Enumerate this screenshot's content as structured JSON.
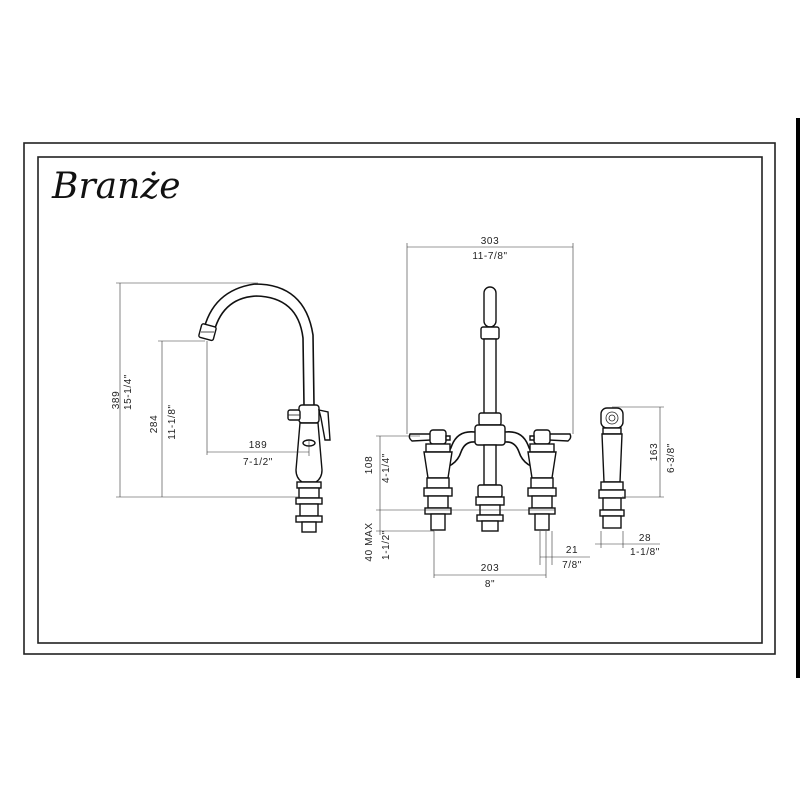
{
  "brand": "Branże",
  "dims": {
    "side_height_total_mm": "389",
    "side_height_total_in": "15-1/4\"",
    "side_height_spout_mm": "284",
    "side_height_spout_in": "11-1/8\"",
    "side_reach_mm": "189",
    "side_reach_in": "7-1/2\"",
    "front_width_mm": "303",
    "front_width_in": "11-7/8\"",
    "front_height_mm": "108",
    "front_height_in": "4-1/4\"",
    "shank_max_mm": "40 MAX",
    "shank_max_in": "1-1/2\"",
    "center_spread_mm": "203",
    "center_spread_in": "8\"",
    "shank_dia_mm": "21",
    "shank_dia_in": "7/8\"",
    "spray_height_mm": "163",
    "spray_height_in": "6-3/8\"",
    "spray_dia_mm": "28",
    "spray_dia_in": "1-1/8\""
  },
  "colors": {
    "line": "#111111",
    "background": "#ffffff",
    "right_bar": "#000000"
  }
}
